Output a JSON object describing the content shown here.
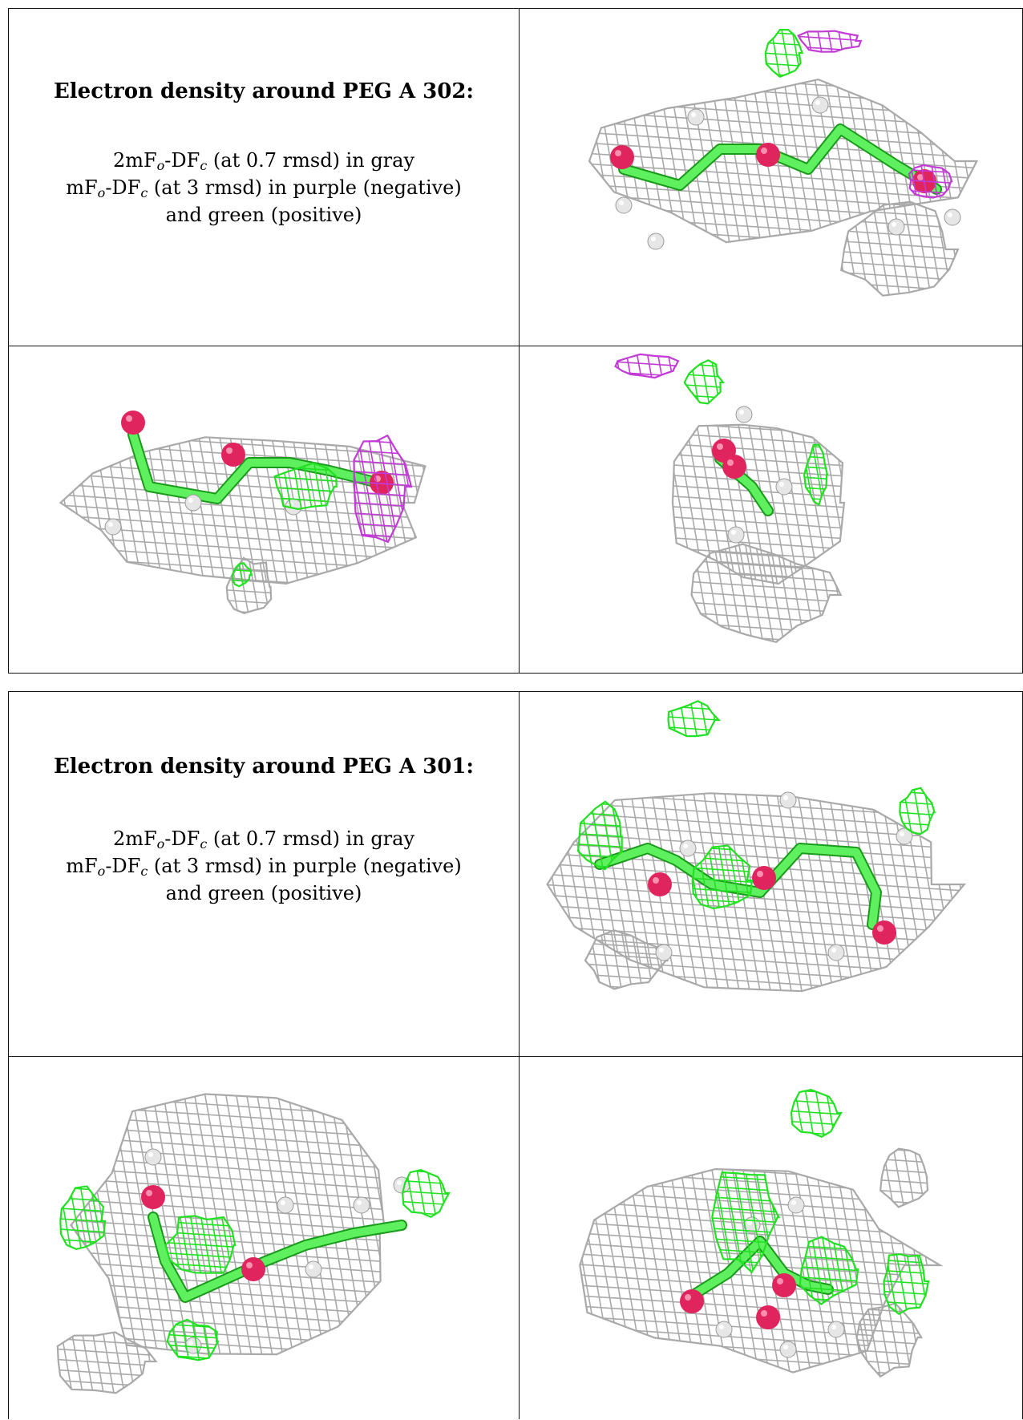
{
  "panels": [
    {
      "heading": "Electron density around PEG A 302:",
      "line1_pre": "2mF",
      "line1_sub1": "o",
      "line1_mid": "-DF",
      "line1_sub2": "c",
      "line1_post": " (at 0.7 rmsd) in gray",
      "line2_pre": "mF",
      "line2_sub1": "o",
      "line2_mid": "-DF",
      "line2_sub2": "c",
      "line2_post": " (at 3 rmsd) in purple (negative)",
      "line3": "and green (positive)"
    },
    {
      "heading": "Electron density around PEG A 301:",
      "line1_pre": "2mF",
      "line1_sub1": "o",
      "line1_mid": "-DF",
      "line1_sub2": "c",
      "line1_post": " (at 0.7 rmsd) in gray",
      "line2_pre": "mF",
      "line2_sub1": "o",
      "line2_mid": "-DF",
      "line2_sub2": "c",
      "line2_post": " (at 3 rmsd) in purple (negative)",
      "line3": "and green (positive)"
    }
  ],
  "colors": {
    "mesh_gray": "#a9a9a9",
    "negative_purple": "#c23bd6",
    "positive_green": "#22e022",
    "oxygen": "#e0245e",
    "hydrogen": "#e6e6e6",
    "carbon_bond": "#5ef05e"
  }
}
